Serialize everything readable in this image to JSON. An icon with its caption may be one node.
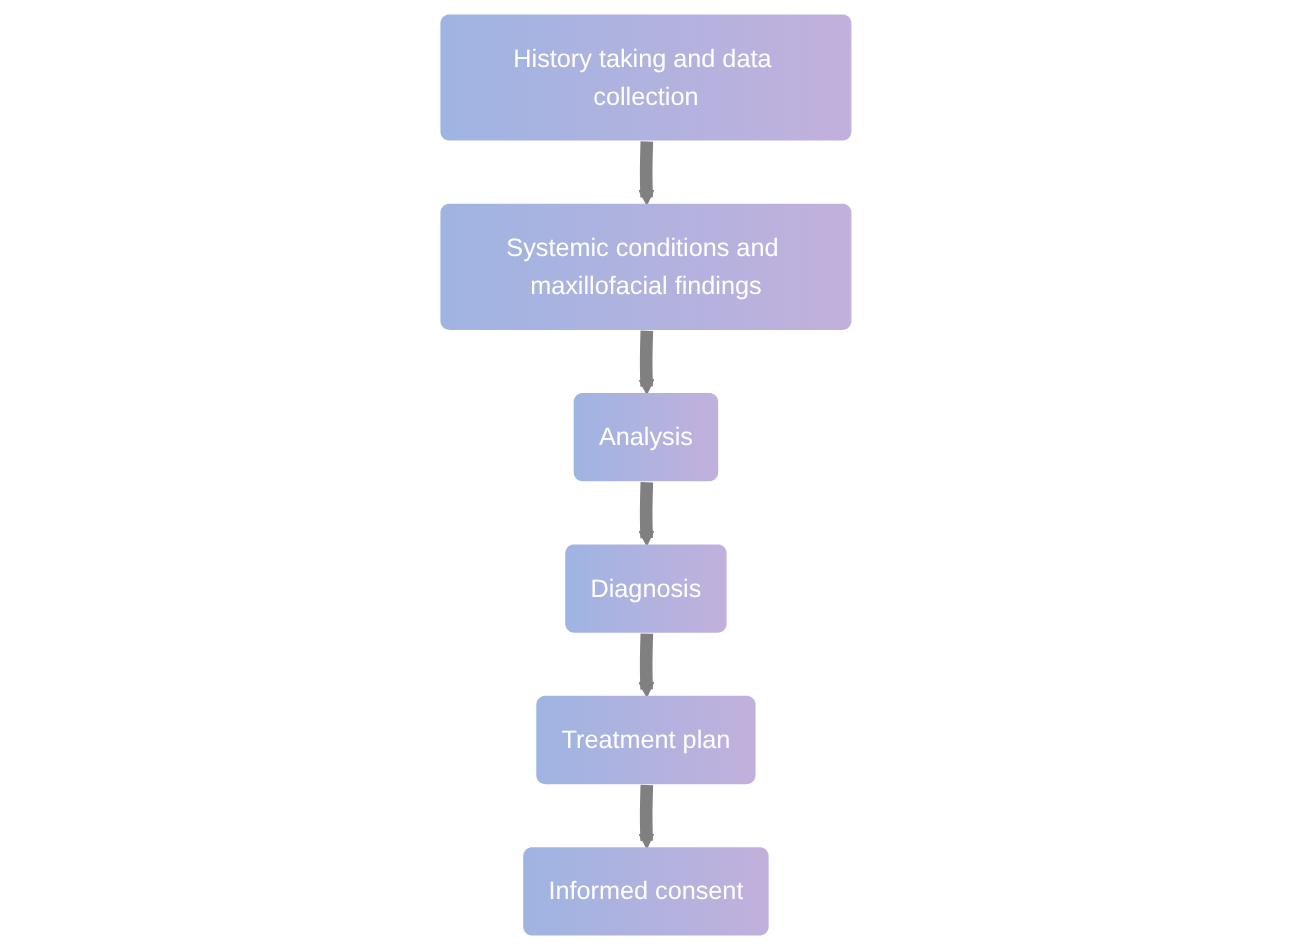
{
  "diagram": {
    "nodes": [
      {
        "text": [
          "History taking and data collection"
        ]
      },
      {
        "text": [
          "Systemic conditions and maxillofacial findings"
        ]
      },
      {
        "text": [
          "Analysis"
        ]
      },
      {
        "text": [
          "Diagnosis"
        ]
      },
      {
        "text": [
          "Treatment plan"
        ]
      },
      {
        "text": [
          "Informed consent"
        ]
      }
    ],
    "edges": [
      {
        "from": 0,
        "to": 1,
        "arrow": "to"
      },
      {
        "from": 1,
        "to": 2,
        "arrow": "to"
      },
      {
        "from": 2,
        "to": 3,
        "arrow": "to"
      },
      {
        "from": 3,
        "to": 4,
        "arrow": "to"
      },
      {
        "from": 4,
        "to": 5,
        "arrow": "to"
      }
    ]
  }
}
